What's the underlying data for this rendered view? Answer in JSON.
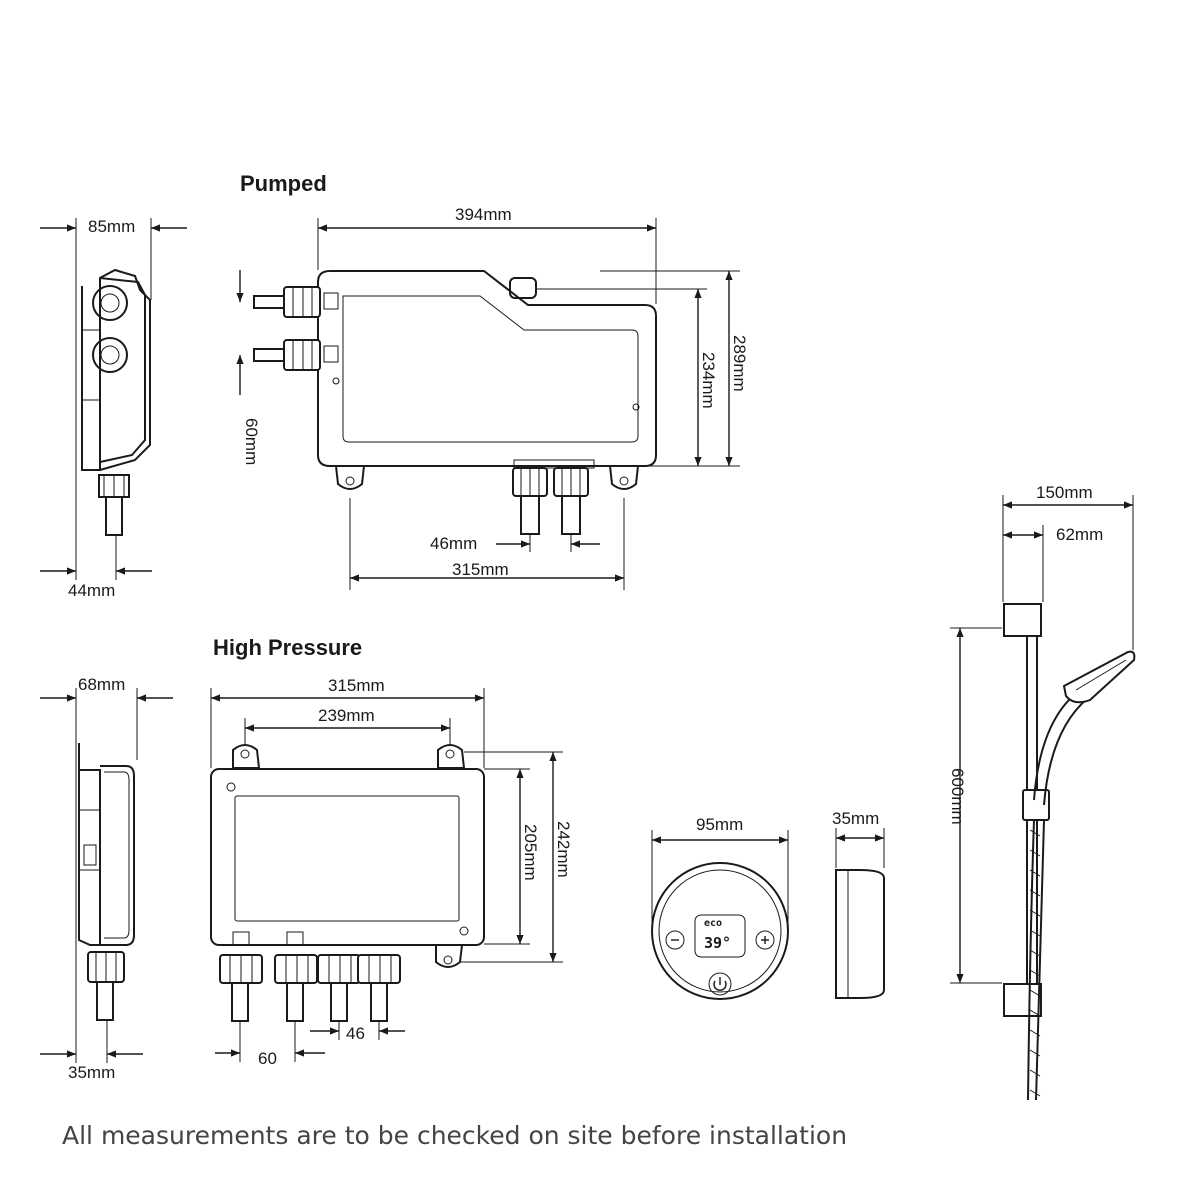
{
  "headings": {
    "pumped": "Pumped",
    "high_pressure": "High Pressure"
  },
  "pumped": {
    "side_depth": "85mm",
    "side_offset": "44mm",
    "width": "394mm",
    "inlet_spacing": "60mm",
    "inner_height": "234mm",
    "overall_height": "289mm",
    "outlet_spacing": "46mm",
    "bracket_span": "315mm"
  },
  "high_pressure": {
    "side_depth": "68mm",
    "side_offset": "35mm",
    "overall_width": "315mm",
    "bracket_span": "239mm",
    "inner_height": "205mm",
    "overall_height": "242mm",
    "outlet_spacing_a": "46",
    "outlet_spacing_b": "60"
  },
  "controller": {
    "diameter": "95mm",
    "depth": "35mm",
    "display_temp": "39°",
    "display_mode": "eco"
  },
  "shower_kit": {
    "rail_length": "600mm",
    "head_reach": "150mm",
    "rail_offset": "62mm"
  },
  "footer": {
    "note": "All measurements are to be checked on site before installation"
  }
}
